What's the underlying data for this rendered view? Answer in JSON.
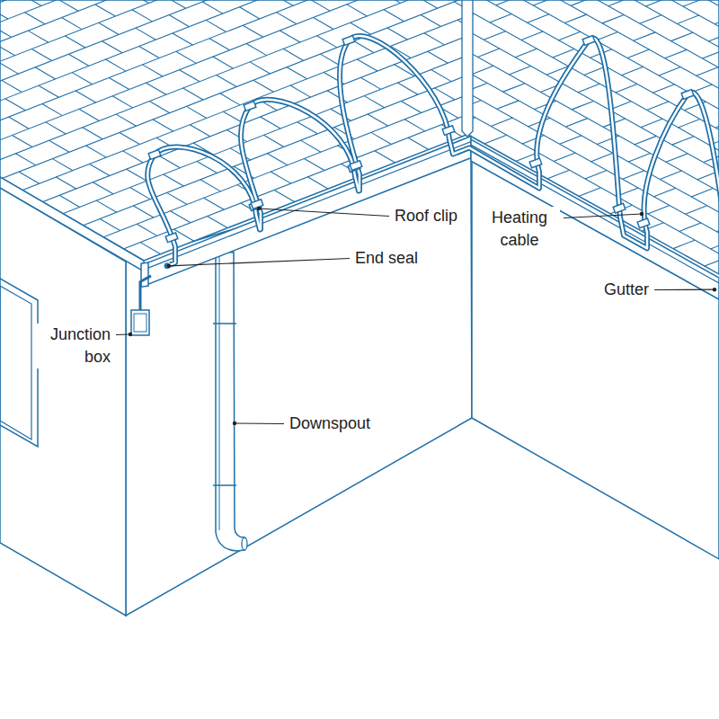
{
  "diagram": {
    "labels": [
      "Roof clip",
      "End seal",
      "Junction box",
      "Heating cable",
      "Gutter",
      "Downspout"
    ]
  }
}
